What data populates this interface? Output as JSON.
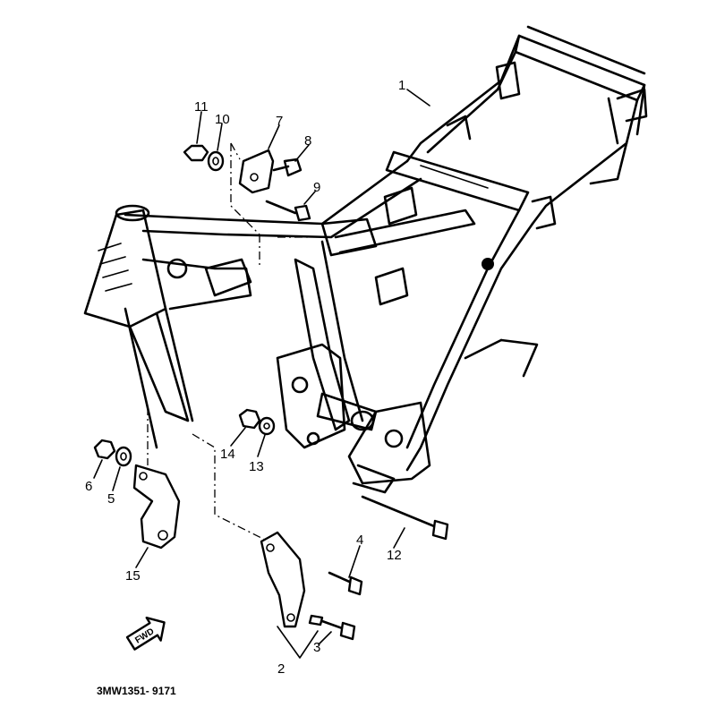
{
  "callouts": [
    {
      "id": "1",
      "text": "1"
    },
    {
      "id": "2",
      "text": "2"
    },
    {
      "id": "3",
      "text": "3"
    },
    {
      "id": "4",
      "text": "4"
    },
    {
      "id": "5",
      "text": "5"
    },
    {
      "id": "6",
      "text": "6"
    },
    {
      "id": "7",
      "text": "7"
    },
    {
      "id": "8",
      "text": "8"
    },
    {
      "id": "9",
      "text": "9"
    },
    {
      "id": "10",
      "text": "10"
    },
    {
      "id": "11",
      "text": "11"
    },
    {
      "id": "12",
      "text": "12"
    },
    {
      "id": "13",
      "text": "13"
    },
    {
      "id": "14",
      "text": "14"
    },
    {
      "id": "15",
      "text": "15"
    }
  ],
  "fwd_label": "FWD",
  "drawing_code": "3MW1351- 9171",
  "fwd_icon": "arrow-block-icon"
}
